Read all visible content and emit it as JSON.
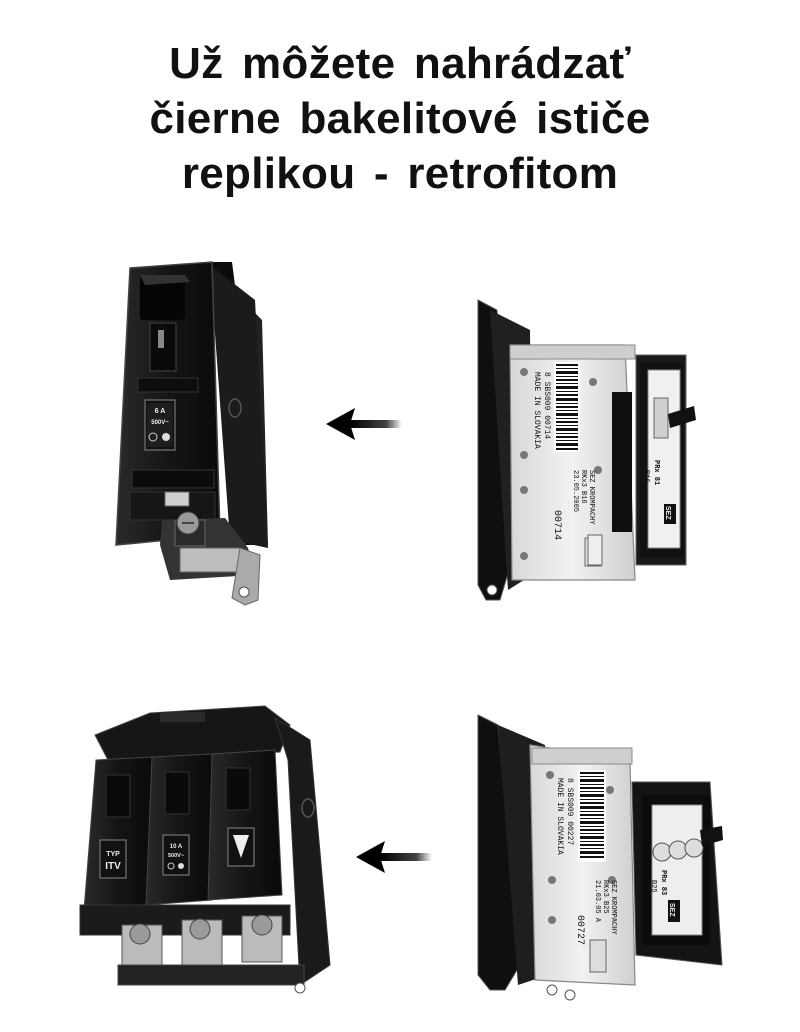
{
  "title": {
    "line1": "Už  môžete  nahrádzať",
    "line2": "čierne  bakelitové  ističe",
    "line3": "replikou - retrofitom"
  },
  "old_single": {
    "rating": "6 A",
    "voltage": "500V~"
  },
  "new_single": {
    "code": "8 SBS009 00714",
    "origin": "MADE IN SLOVAKIA",
    "maker": "SEZ KROMPACHY",
    "type": "RKx3 B16",
    "date": "23.05.2005",
    "serial": "00714",
    "model": "PRx 81",
    "rating": "B16",
    "logo": "SEZ"
  },
  "old_triple": {
    "type_line1": "TYP",
    "type_line2": "ITV",
    "rating": "10 A",
    "voltage": "500V~"
  },
  "new_triple": {
    "code": "8 SBS009 00227",
    "origin": "MADE IN SLOVAKIA",
    "maker": "SEZ KROMPACHY",
    "type": "RKx3 B25",
    "date": "21.03.05  A",
    "serial": "00727",
    "model": "PRx 83",
    "rating": "B25",
    "logo": "SEZ"
  },
  "colors": {
    "bakelite": "#1a1a1a",
    "bakelite_edge": "#3a3a3a",
    "plastic": "#e6e6e6",
    "metal": "#b5b5b5"
  }
}
